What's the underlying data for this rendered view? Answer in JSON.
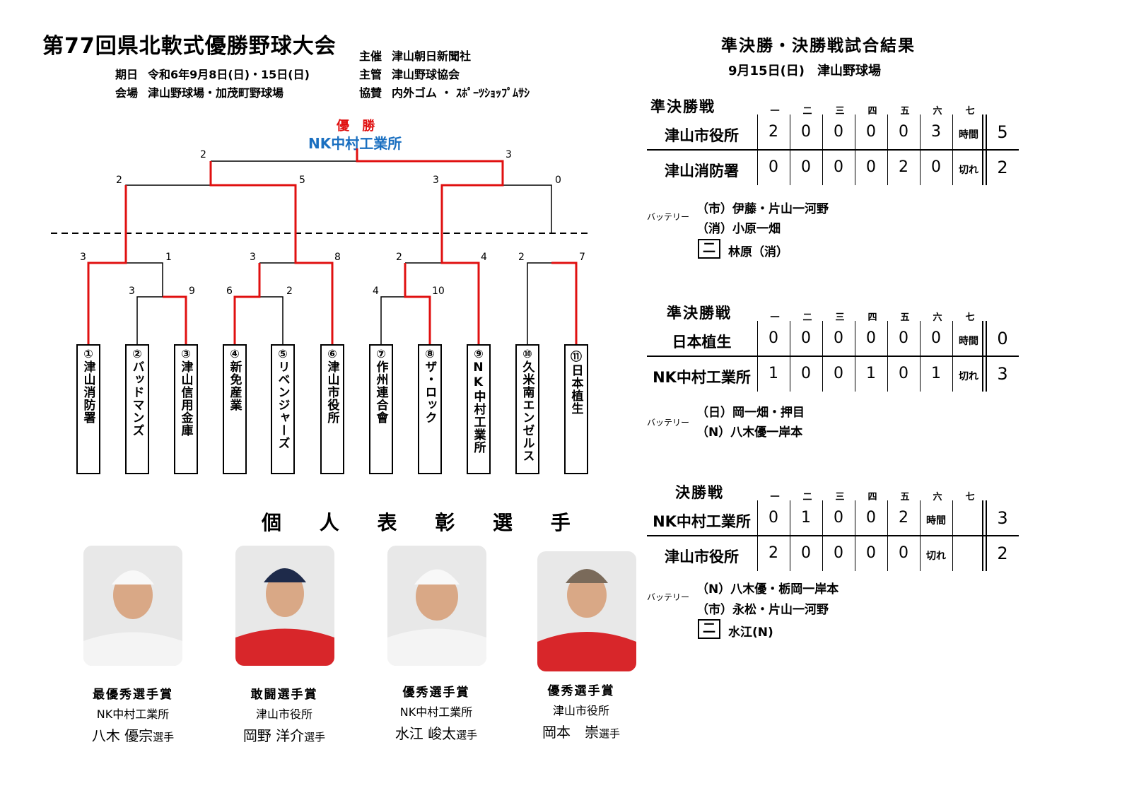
{
  "header": {
    "title": "第77回県北軟式優勝野球大会",
    "period_label": "期日",
    "period": "令和6年9月8日(日)・15日(日)",
    "venue_label": "会場",
    "venue": "津山野球場・加茂町野球場",
    "host_label": "主催",
    "host": "津山朝日新聞社",
    "manage_label": "主管",
    "manage": "津山野球協会",
    "sponsor_label": "協賛",
    "sponsor": "内外ゴム ・ ｽﾎﾟｰﾂｼｮｯﾌﾟﾑｻｼ"
  },
  "bracket": {
    "champion_label": "優 勝",
    "champion": "NK中村工業所",
    "teams": [
      {
        "num": "①",
        "name": "津山消防署"
      },
      {
        "num": "②",
        "name": "バッドマンズ"
      },
      {
        "num": "③",
        "name": "津山信用金庫"
      },
      {
        "num": "④",
        "name": "新免産業"
      },
      {
        "num": "⑤",
        "name": "リベンジャーズ"
      },
      {
        "num": "⑥",
        "name": "津山市役所"
      },
      {
        "num": "⑦",
        "name": "作州連合會"
      },
      {
        "num": "⑧",
        "name": "ザ・ロック"
      },
      {
        "num": "⑨",
        "name": "NK中村工業所"
      },
      {
        "num": "⑩",
        "name": "久米南エンゼルス"
      },
      {
        "num": "⑪",
        "name": "日本植生"
      }
    ],
    "scores": {
      "final_l": "2",
      "final_r": "3",
      "sf1_l": "2",
      "sf1_r": "5",
      "sf2_l": "3",
      "sf2_r": "0",
      "qf1_l": "3",
      "qf1_r": "1",
      "qf2_l": "3",
      "qf2_r": "8",
      "qf3_l": "2",
      "qf3_r": "4",
      "qf4_l": "2",
      "qf4_r": "7",
      "r1a_l": "3",
      "r1a_r": "9",
      "r1b_l": "6",
      "r1b_r": "2",
      "r1c_l": "4",
      "r1c_r": "10"
    }
  },
  "awards": {
    "title": "個 人 表 彰 選 手",
    "items": [
      {
        "award": "最優秀選手賞",
        "team": "NK中村工業所",
        "name": "八木 優宗",
        "suffix": "選手",
        "photo_color": "#e8e8e8",
        "uniform": "#f4f4f4"
      },
      {
        "award": "敢闘選手賞",
        "team": "津山市役所",
        "name": "岡野 洋介",
        "suffix": "選手",
        "photo_color": "#e8e8e8",
        "uniform": "#d8262a"
      },
      {
        "award": "優秀選手賞",
        "team": "NK中村工業所",
        "name": "水江 峻太",
        "suffix": "選手",
        "photo_color": "#e8e8e8",
        "uniform": "#f4f4f4"
      },
      {
        "award": "優秀選手賞",
        "team": "津山市役所",
        "name": "岡本　崇",
        "suffix": "選手",
        "photo_color": "#e8e8e8",
        "uniform": "#d8262a"
      }
    ]
  },
  "results": {
    "title": "準決勝・決勝戦試合結果",
    "date": "9月15日(日)　津山野球場",
    "innings": [
      "一",
      "二",
      "三",
      "四",
      "五",
      "六",
      "七"
    ],
    "battery_label": "バッテリー",
    "games": [
      {
        "title": "準決勝戦",
        "rows": [
          {
            "team": "津山市役所",
            "cells": [
              "2",
              "0",
              "0",
              "0",
              "0",
              "3",
              "時間"
            ],
            "total": "5"
          },
          {
            "team": "津山消防署",
            "cells": [
              "0",
              "0",
              "0",
              "0",
              "2",
              "0",
              "切れ"
            ],
            "total": "2"
          }
        ],
        "battery": [
          "（市）伊藤・片山一河野",
          "（消）小原一畑"
        ],
        "hr_mark": "二",
        "hr": "林原（消）"
      },
      {
        "title": "準決勝戦",
        "rows": [
          {
            "team": "日本植生",
            "cells": [
              "0",
              "0",
              "0",
              "0",
              "0",
              "0",
              "時間"
            ],
            "total": "0"
          },
          {
            "team": "NK中村工業所",
            "cells": [
              "1",
              "0",
              "0",
              "1",
              "0",
              "1",
              "切れ"
            ],
            "total": "3"
          }
        ],
        "battery": [
          "（日）岡一畑・押目",
          "（N）八木優一岸本"
        ]
      },
      {
        "title": "決勝戦",
        "rows": [
          {
            "team": "NK中村工業所",
            "cells": [
              "0",
              "1",
              "0",
              "0",
              "2",
              "時間",
              ""
            ],
            "total": "3"
          },
          {
            "team": "津山市役所",
            "cells": [
              "2",
              "0",
              "0",
              "0",
              "0",
              "切れ",
              ""
            ],
            "total": "2"
          }
        ],
        "battery": [
          "（N）八木優・栃岡一岸本",
          "（市）永松・片山一河野"
        ],
        "hr_mark": "二",
        "hr": "水江(N)"
      }
    ]
  }
}
